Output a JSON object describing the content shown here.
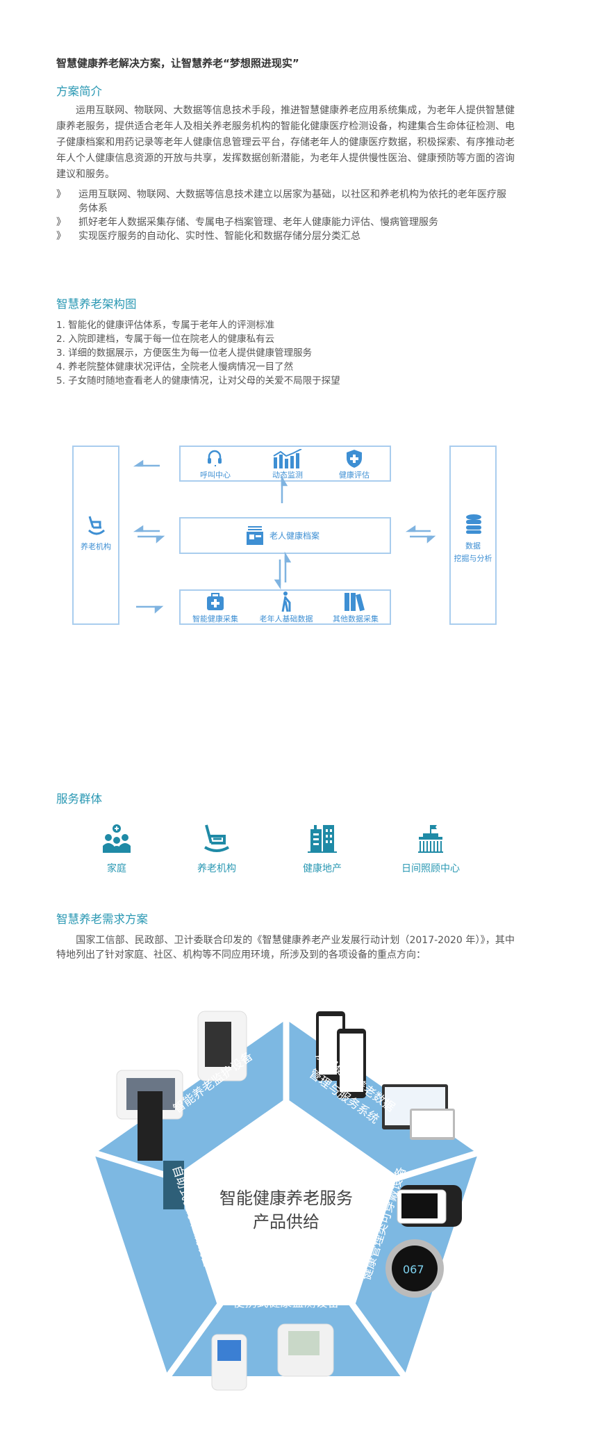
{
  "title": "智慧健康养老解决方案，让智慧养老“梦想照进现实”",
  "intro": {
    "heading": "方案简介",
    "paragraph": "运用互联网、物联网、大数据等信息技术手段，推进智慧健康养老应用系统集成，为老年人提供智慧健康养老服务，提供适合老年人及相关养老服务机构的智能化健康医疗检测设备，构建集合生命体征检测、电子健康档案和用药记录等老年人健康信息管理云平台，存储老年人的健康医疗数据，积极探索、有序推动老年人个人健康信息资源的开放与共享，发挥数据创新潜能，为老年人提供慢性医治、健康预防等方面的咨询建议和服务。",
    "bullet_marker": "》",
    "bullets": [
      "运用互联网、物联网、大数据等信息技术建立以居家为基础，以社区和养老机构为依托的老年医疗服务体系",
      "抓好老年人数据采集存储、专属电子档案管理、老年人健康能力评估、慢病管理服务",
      "实现医疗服务的自动化、实时性、智能化和数据存储分层分类汇总"
    ]
  },
  "architecture": {
    "heading": "智慧养老架构图",
    "items": [
      "1. 智能化的健康评估体系，专属于老年人的评测标准",
      "2. 入院即建档，专属于每一位在院老人的健康私有云",
      "3. 详细的数据展示，方便医生为每一位老人提供健康管理服务",
      "4. 养老院整体健康状况评估，全院老人慢病情况一目了然",
      "5. 子女随时随地查看老人的健康情况，让对父母的关爱不局限于探望"
    ],
    "diagram": {
      "left": "养老机构",
      "right_line1": "数据",
      "right_line2": "挖掘与分析",
      "top": [
        "呼叫中心",
        "动态监测",
        "健康评估"
      ],
      "middle": "老人健康档案",
      "bottom": [
        "智能健康采集",
        "老年人基础数据",
        "其他数据采集"
      ],
      "accent": "#3e8fd3"
    }
  },
  "services": {
    "heading": "服务群体",
    "items": [
      "家庭",
      "养老机构",
      "健康地产",
      "日间照顾中心"
    ],
    "accent": "#1f8aa6"
  },
  "demand": {
    "heading": "智慧养老需求方案",
    "paragraph": "国家工信部、民政部、卫计委联合印发的《智慧健康养老产业发展行动计划（2017-2020 年）》，其中特地列出了针对家庭、社区、机构等不同应用环境，所涉及到的各项设备的重点方向：",
    "pentagon": {
      "center_line1": "智能健康养老服务",
      "center_line2": "产品供给",
      "segments": {
        "top_left": "智能养老监护设备",
        "top_right_line1": "发展健康养老数据",
        "top_right_line2": "管理与服务系统",
        "right": "健康管理类可穿戴设备",
        "bottom": "便携式健康监测设备",
        "left": "自助式健康检测设备"
      },
      "band_color": "#7db8e2",
      "watch_reading": "067"
    }
  }
}
